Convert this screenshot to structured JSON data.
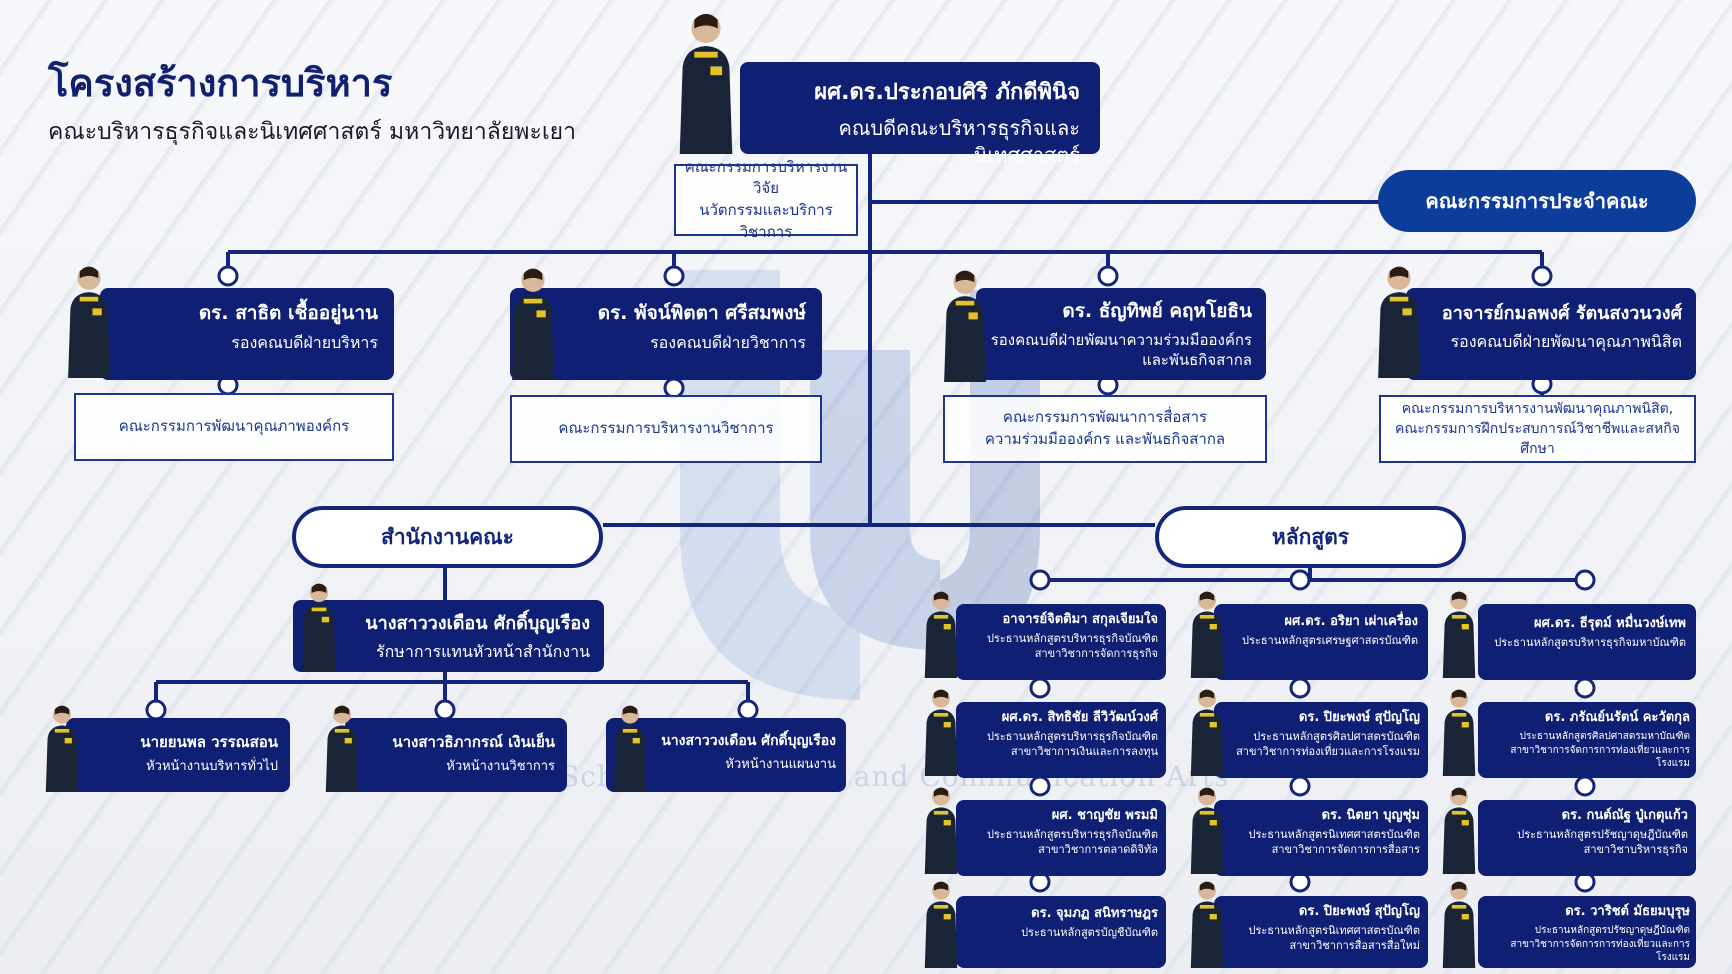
{
  "header": {
    "title": "โครงสร้างการบริหาร",
    "subtitle": "คณะบริหารธุรกิจและนิเทศศาสตร์ มหาวิทยาลัยพะเยา"
  },
  "watermark": {
    "text": "School of Business and Communication Arts"
  },
  "dean": {
    "name": "ผศ.ดร.ประกอบศิริ ภักดีพินิจ",
    "role": "คณบดีคณะบริหารธุรกิจและนิเทศศาสตร์"
  },
  "research_committee": {
    "line1": "คณะกรรมการบริหารงานวิจัย",
    "line2": "นวัตกรรมและบริการวิชาการ"
  },
  "faculty_committee": "คณะกรรมการประจำคณะ",
  "vice_deans": [
    {
      "name": "ดร. สาธิต เชื้ออยู่นาน",
      "role1": "รองคณบดีฝ่ายบริหาร",
      "role2": "",
      "committee1": "คณะกรรมการพัฒนาคุณภาพองค์กร",
      "committee2": ""
    },
    {
      "name": "ดร. พัจน์พิตตา ศรีสมพงษ์",
      "role1": "รองคณบดีฝ่ายวิชาการ",
      "role2": "",
      "committee1": "คณะกรรมการบริหารงานวิชาการ",
      "committee2": ""
    },
    {
      "name": "ดร. ธัญทิพย์ คฤหโยธิน",
      "role1": "รองคณบดีฝ่ายพัฒนาความร่วมมือองค์กร",
      "role2": "และพันธกิจสากล",
      "committee1": "คณะกรรมการพัฒนาการสื่อสาร",
      "committee2": "ความร่วมมือองค์กร และพันธกิจสากล"
    },
    {
      "name": "อาจารย์กมลพงศ์ รัตนสงวนวงศ์",
      "role1": "รองคณบดีฝ่ายพัฒนาคุณภาพนิสิต",
      "role2": "",
      "committee1": "คณะกรรมการบริหารงานพัฒนาคุณภาพนิสิต,",
      "committee2": "คณะกรรมการฝึกประสบการณ์วิชาชีพและสหกิจศึกษา"
    }
  ],
  "office": {
    "label": "สำนักงานคณะ",
    "head": {
      "name": "นางสาววงเดือน ศักดิ์บุญเรือง",
      "role": "รักษาการแทนหัวหน้าสำนักงาน"
    },
    "staff": [
      {
        "name": "นายยนพล วรรณสอน",
        "role": "หัวหน้างานบริหารทั่วไป"
      },
      {
        "name": "นางสาวธิภากรณ์ เงินเย็น",
        "role": "หัวหน้างานวิชาการ"
      },
      {
        "name": "นางสาววงเดือน ศักดิ์บุญเรือง",
        "role": "หัวหน้างานแผนงาน"
      }
    ]
  },
  "programs": {
    "label": "หลักสูตร",
    "columns": [
      [
        {
          "name": "อาจารย์จิตติมา สกุลเจียมใจ",
          "l1": "ประธานหลักสูตรบริหารธุรกิจบัณฑิต",
          "l2": "สาขาวิชาการจัดการธุรกิจ"
        },
        {
          "name": "ผศ.ดร. สิทธิชัย ลีวิวัฒน์วงศ์",
          "l1": "ประธานหลักสูตรบริหารธุรกิจบัณฑิต",
          "l2": "สาขาวิชาการเงินและการลงทุน"
        },
        {
          "name": "ผศ. ชาญชัย พรมมิ",
          "l1": "ประธานหลักสูตรบริหารธุรกิจบัณฑิต",
          "l2": "สาขาวิชาการตลาดดิจิทัล"
        },
        {
          "name": "ดร. จุมภฏ สนิทราษฎร",
          "l1": "ประธานหลักสูตรบัญชีบัณฑิต",
          "l2": ""
        }
      ],
      [
        {
          "name": "ผศ.ดร. อริยา เผ่าเครื่อง",
          "l1": "ประธานหลักสูตรเศรษฐศาสตรบัณฑิต",
          "l2": ""
        },
        {
          "name": "ดร. ปิยะพงษ์ สุปัญโญ",
          "l1": "ประธานหลักสูตรศิลปศาสตรบัณฑิต",
          "l2": "สาขาวิชาการท่องเที่ยวและการโรงแรม"
        },
        {
          "name": "ดร. นิตยา บุญชุ่ม",
          "l1": "ประธานหลักสูตรนิเทศศาสตรบัณฑิต",
          "l2": "สาขาวิชาการจัดการการสื่อสาร"
        },
        {
          "name": "ดร. ปิยะพงษ์ สุปัญโญ",
          "l1": "ประธานหลักสูตรนิเทศศาสตรบัณฑิต",
          "l2": "สาขาวิชาการสื่อสารสื่อใหม่"
        }
      ],
      [
        {
          "name": "ผศ.ดร. ธีรุตม์ หมื่นวงษ์เทพ",
          "l1": "ประธานหลักสูตรบริหารธุรกิจมหาบัณฑิต",
          "l2": ""
        },
        {
          "name": "ดร. ภรัณย์นรัตน์ คะวัตกุล",
          "l1": "ประธานหลักสูตรศิลปศาสตรมหาบัณฑิต",
          "l2": "สาขาวิชาการจัดการการท่องเที่ยวและการโรงแรม"
        },
        {
          "name": "ดร. กนต์ณัฐ ปู่เกตุแก้ว",
          "l1": "ประธานหลักสูตรปรัชญาดุษฎีบัณฑิต",
          "l2": "สาขาวิชาบริหารธุรกิจ"
        },
        {
          "name": "ดร. วาริชต์ มัธยมบุรุษ",
          "l1": "ประธานหลักสูตรปรัชญาดุษฎีบัณฑิต",
          "l2": "สาขาวิชาการจัดการการท่องเที่ยวและการโรงแรม"
        }
      ]
    ]
  },
  "colors": {
    "navy": "#0f1f73",
    "line": "#13267b",
    "accent": "#0d3d9a"
  }
}
